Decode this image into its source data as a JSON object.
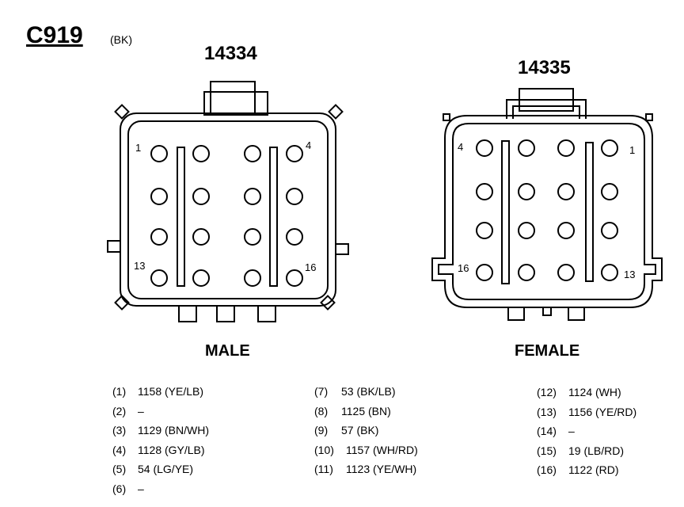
{
  "connector": {
    "id": "C919",
    "color": "(BK)"
  },
  "male": {
    "part_number": "14334",
    "label": "MALE",
    "corner_labels": [
      "1",
      "4",
      "13",
      "16"
    ]
  },
  "female": {
    "part_number": "14335",
    "label": "FEMALE",
    "corner_labels": [
      "4",
      "1",
      "16",
      "13"
    ]
  },
  "pins": [
    {
      "no": "(1)",
      "circuit": "1158 (YE/LB)"
    },
    {
      "no": "(2)",
      "circuit": "–"
    },
    {
      "no": "(3)",
      "circuit": "1129 (BN/WH)"
    },
    {
      "no": "(4)",
      "circuit": "1128 (GY/LB)"
    },
    {
      "no": "(5)",
      "circuit": "54 (LG/YE)"
    },
    {
      "no": "(6)",
      "circuit": "–"
    },
    {
      "no": "(7)",
      "circuit": "53 (BK/LB)"
    },
    {
      "no": "(8)",
      "circuit": "1125 (BN)"
    },
    {
      "no": "(9)",
      "circuit": "57 (BK)"
    },
    {
      "no": "(10)",
      "circuit": "1157 (WH/RD)"
    },
    {
      "no": "(11)",
      "circuit": "1123 (YE/WH)"
    },
    {
      "no": "(12)",
      "circuit": "1124 (WH)"
    },
    {
      "no": "(13)",
      "circuit": "1156 (YE/RD)"
    },
    {
      "no": "(14)",
      "circuit": "–"
    },
    {
      "no": "(15)",
      "circuit": "19 (LB/RD)"
    },
    {
      "no": "(16)",
      "circuit": "1122 (RD)"
    }
  ]
}
